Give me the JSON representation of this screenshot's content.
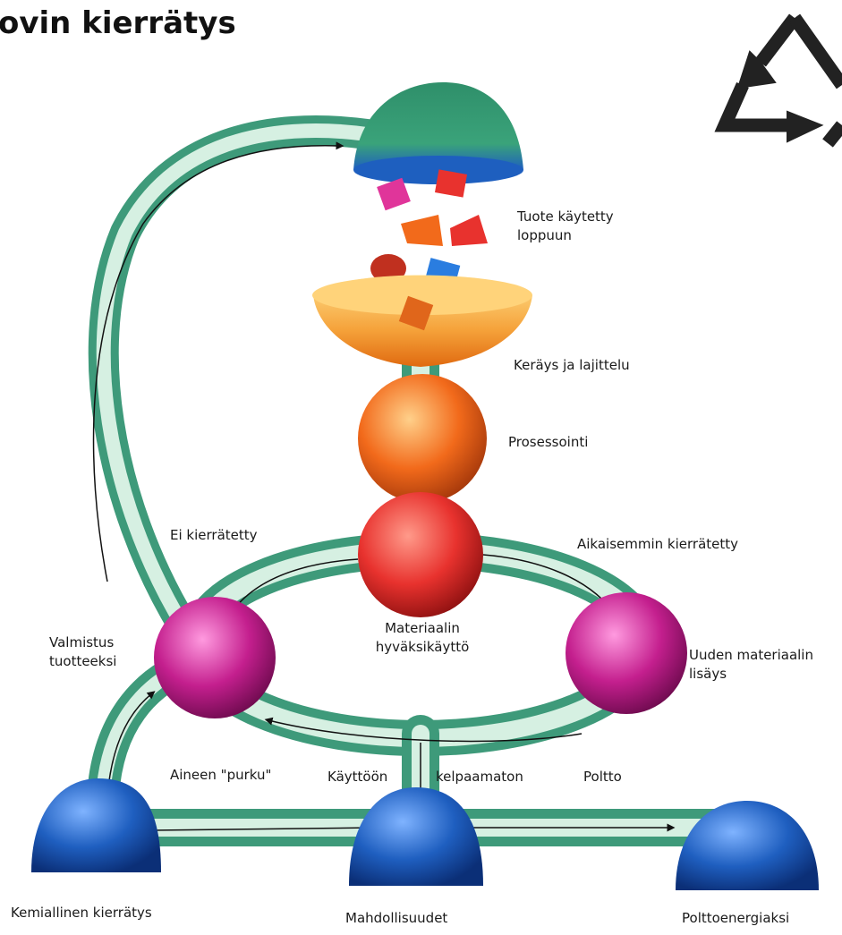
{
  "title": "ovin kierrätys",
  "labels": {
    "product_used": "Tuote käytetty\nloppuun",
    "collection": "Keräys ja lajittelu",
    "processing": "Prosessointi",
    "not_recycled": "Ei kierrätetty",
    "previously_recycled": "Aikaisemmin kierrätetty",
    "material_utilization": "Materiaalin\nhyväksikäyttö",
    "manufacturing": "Valmistus\ntuotteeksi",
    "new_material": "Uuden materiaalin\nlisäys",
    "decomposition": "Aineen \"purku\"",
    "unusable_a": "Käyttöön",
    "unusable_b": "kelpaamaton",
    "incineration": "Poltto",
    "chemical_recycling": "Kemiallinen kierrätys",
    "possibilities": "Mahdollisuudet",
    "energy": "Polttoenergiaksi"
  },
  "icons": [
    "recycling-symbol-icon"
  ],
  "colors": {
    "tube": "#3e9a7a",
    "tube_light": "#d6f0e2",
    "dome_top": "#2f8f6a",
    "dome_blue": "#1e5fbf",
    "funnel": "#f5a23a",
    "processing_ball": "#f26a1b",
    "material_ball": "#e8322e",
    "magenta_ball": "#c41f8e",
    "blue_ball": "#1f5fc0"
  }
}
